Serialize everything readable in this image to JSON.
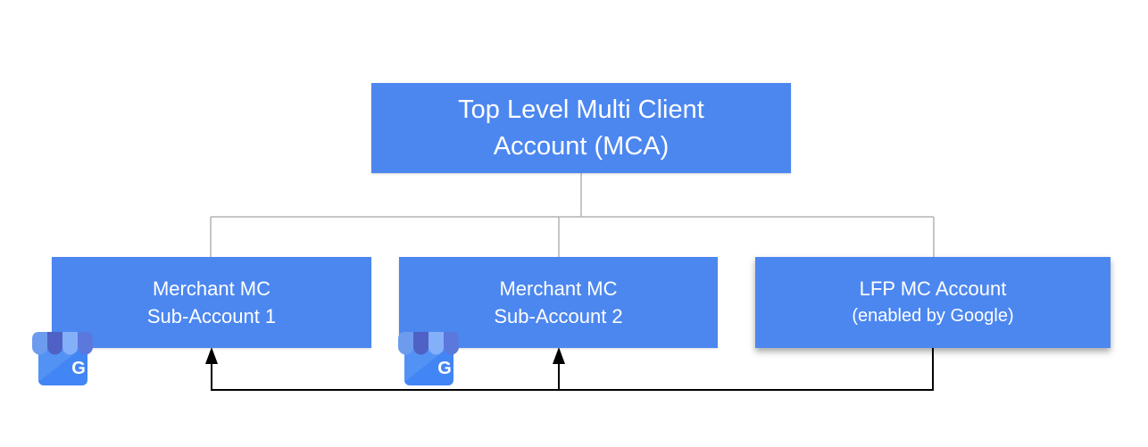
{
  "diagram": {
    "description": "Merchant Center account hierarchy diagram",
    "root_box": {
      "line1": "Top Level Multi Client",
      "line2": "Account (MCA)"
    },
    "child_boxes": [
      {
        "line1": "Merchant MC",
        "line2": "Sub-Account 1"
      },
      {
        "line1": "Merchant MC",
        "line2": "Sub-Account 2"
      },
      {
        "line1": "LFP MC Account",
        "line2": "(enabled by Google)"
      }
    ],
    "icon": {
      "name": "google-my-business",
      "letter": "G"
    },
    "relationships": {
      "tree_children_of_root": [
        "Merchant MC Sub-Account 1",
        "Merchant MC Sub-Account 2",
        "LFP MC Account (enabled by Google)"
      ],
      "arrows": [
        {
          "from": "LFP MC Account (enabled by Google)",
          "to": "Merchant MC Sub-Account 1"
        },
        {
          "from": "LFP MC Account (enabled by Google)",
          "to": "Merchant MC Sub-Account 2"
        }
      ]
    },
    "colors": {
      "box_fill": "#4C87F0",
      "box_text": "#FFFFFF",
      "tree_line": "#B3B3B3",
      "arrow_line": "#000000",
      "background": "#FFFFFF",
      "awning_stripes": [
        "#6D9CEE",
        "#4F61C5",
        "#83B0F8",
        "#5B78DC"
      ],
      "icon_body": "#4285F4"
    }
  }
}
